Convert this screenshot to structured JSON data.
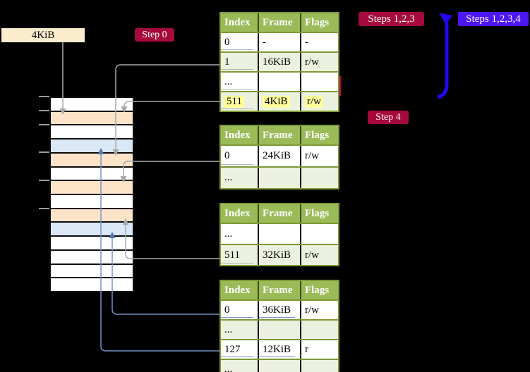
{
  "labels": {
    "page_size": "4KiB"
  },
  "badges": {
    "step0": "Step 0",
    "steps123": "Steps 1,2,3",
    "steps1234": "Steps 1,2,3,4",
    "step4": "Step 4"
  },
  "colors": {
    "badge_red": "#a60a3c",
    "badge_blue": "#4c17f2",
    "arrow_blue": "#2307ed",
    "line_gray": "#a9a9a9",
    "line_blue": "#7693c8",
    "table_header_green": "#9bbb59",
    "table_row_green": "#ebf1de",
    "table_border_olive": "#7e9935",
    "highlight_yellow": "#ffff9c",
    "strip_peach": "#fde3c8",
    "strip_blue": "#d9e7f7",
    "label_cream": "#faeccd"
  },
  "memory_strip": {
    "rows": [
      "white",
      "peach",
      "white",
      "blue",
      "peach",
      "white",
      "peach",
      "white",
      "peach",
      "blue",
      "white",
      "white",
      "white",
      "white"
    ]
  },
  "tables": [
    {
      "name": "page-table-top",
      "headers": [
        "Index",
        "Frame",
        "Flags"
      ],
      "rows": [
        {
          "cells": [
            "0",
            "-",
            "-"
          ],
          "shaded": false,
          "underline": "gray",
          "underline_span": 1,
          "highlight": false
        },
        {
          "cells": [
            "1",
            "16KiB",
            "r/w"
          ],
          "shaded": true,
          "underline": "gray",
          "underline_span": 1,
          "highlight": false
        },
        {
          "cells": [
            "...",
            "",
            ""
          ],
          "shaded": false,
          "underline": "gray",
          "underline_span": 1,
          "highlight": false
        },
        {
          "cells": [
            "511",
            "4KiB",
            "r/w"
          ],
          "shaded": true,
          "underline": "gray",
          "underline_span": 1,
          "highlight": true
        }
      ]
    },
    {
      "name": "page-table-second",
      "headers": [
        "Index",
        "Frame",
        "Flags"
      ],
      "rows": [
        {
          "cells": [
            "0",
            "24KiB",
            "r/w"
          ],
          "shaded": false,
          "underline": "gray",
          "underline_span": 1,
          "highlight": false
        },
        {
          "cells": [
            "...",
            "",
            ""
          ],
          "shaded": true,
          "underline": null,
          "underline_span": 0,
          "highlight": false
        }
      ]
    },
    {
      "name": "page-table-third",
      "headers": [
        "Index",
        "Frame",
        "Flags"
      ],
      "rows": [
        {
          "cells": [
            "...",
            "",
            ""
          ],
          "shaded": false,
          "underline": null,
          "underline_span": 0,
          "highlight": false
        },
        {
          "cells": [
            "511",
            "32KiB",
            "r/w"
          ],
          "shaded": true,
          "underline": "gray",
          "underline_span": 1,
          "highlight": false
        }
      ]
    },
    {
      "name": "page-table-bottom",
      "headers": [
        "Index",
        "Frame",
        "Flags"
      ],
      "rows": [
        {
          "cells": [
            "0",
            "36KiB",
            "r/w"
          ],
          "shaded": false,
          "underline": "blue",
          "underline_span": 2,
          "highlight": false
        },
        {
          "cells": [
            "...",
            "",
            ""
          ],
          "shaded": true,
          "underline": null,
          "underline_span": 0,
          "highlight": false
        },
        {
          "cells": [
            "127",
            "12KiB",
            "r"
          ],
          "shaded": false,
          "underline": "blue",
          "underline_span": 2,
          "highlight": false
        },
        {
          "cells": [
            "...",
            "",
            ""
          ],
          "shaded": true,
          "underline": null,
          "underline_span": 0,
          "highlight": false
        }
      ]
    }
  ]
}
